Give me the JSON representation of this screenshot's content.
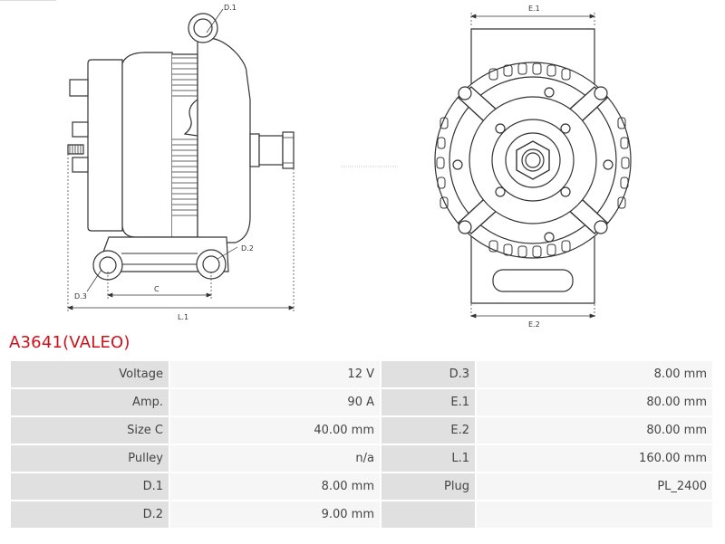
{
  "title": "A3641(VALEO)",
  "accent_color": "#d0101b",
  "drawing": {
    "labels": {
      "d1": "D.1",
      "d2": "D.2",
      "d3": "D.3",
      "c": "C",
      "l1": "L.1",
      "e1": "E.1",
      "e2": "E.2"
    }
  },
  "specs": [
    {
      "label": "Voltage",
      "value": "12 V",
      "label2": "D.3",
      "value2": "8.00 mm"
    },
    {
      "label": "Amp.",
      "value": "90 A",
      "label2": "E.1",
      "value2": "80.00 mm"
    },
    {
      "label": "Size C",
      "value": "40.00 mm",
      "label2": "E.2",
      "value2": "80.00 mm"
    },
    {
      "label": "Pulley",
      "value": "n/a",
      "label2": "L.1",
      "value2": "160.00 mm"
    },
    {
      "label": "D.1",
      "value": "8.00 mm",
      "label2": "Plug",
      "value2": "PL_2400"
    },
    {
      "label": "D.2",
      "value": "9.00 mm",
      "label2": "",
      "value2": ""
    }
  ]
}
